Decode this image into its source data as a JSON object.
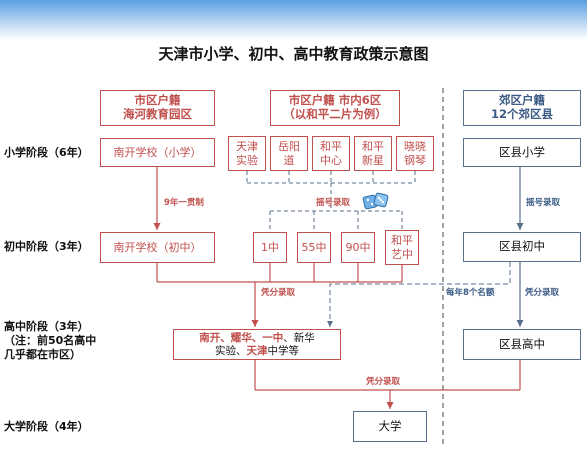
{
  "title": "天津市小学、初中、高中教育政策示意图",
  "headers": {
    "city_haihe": [
      "市区户籍",
      "海河教育园区"
    ],
    "city_six": [
      "市区户籍  市内6区",
      "（以和平二片为例）"
    ],
    "suburb": [
      "郊区户籍",
      "12个郊区县"
    ]
  },
  "stages": {
    "primary": "小学阶段（6年）",
    "junior": "初中阶段（3年）",
    "senior": [
      "高中阶段（3年）",
      "（注：前50名高中",
      "几乎都在市区）"
    ],
    "university": "大学阶段（4年）"
  },
  "primary_schools": {
    "nankai": "南开学校（小学）",
    "heping": [
      [
        "天津",
        "实验"
      ],
      [
        "岳阳",
        "道"
      ],
      [
        "和平",
        "中心"
      ],
      [
        "和平",
        "新星"
      ],
      [
        "晓晓",
        "钢琴"
      ]
    ],
    "suburb": "区县小学"
  },
  "junior_schools": {
    "nankai": "南开学校（初中）",
    "heping": [
      [
        "1中"
      ],
      [
        "55中"
      ],
      [
        "90中"
      ],
      [
        "和平",
        "艺中"
      ]
    ],
    "suburb": "区县初中"
  },
  "senior_schools": {
    "city": {
      "line1": [
        {
          "t": "南开、耀华、一中",
          "c": true
        },
        {
          "t": "、新华",
          "c": false
        }
      ],
      "line2": [
        {
          "t": "实验、",
          "c": false
        },
        {
          "t": "天津",
          "c": true
        },
        {
          "t": "中学等",
          "c": false
        }
      ]
    },
    "suburb": "区县高中"
  },
  "university": "大学",
  "arrows": {
    "nine_year": "9年一贯制",
    "lottery_city": "摇号录取",
    "lottery_suburb": "摇号录取",
    "score_junior": "凭分录取",
    "quota": "每年8个名额",
    "score_suburb": "凭分录取",
    "score_uni": "凭分录取"
  },
  "colors": {
    "red": "#c0504d",
    "slate": "#5a6f8c",
    "blue_accent": "#4a90d9"
  },
  "icons": [
    "dice-icon"
  ]
}
